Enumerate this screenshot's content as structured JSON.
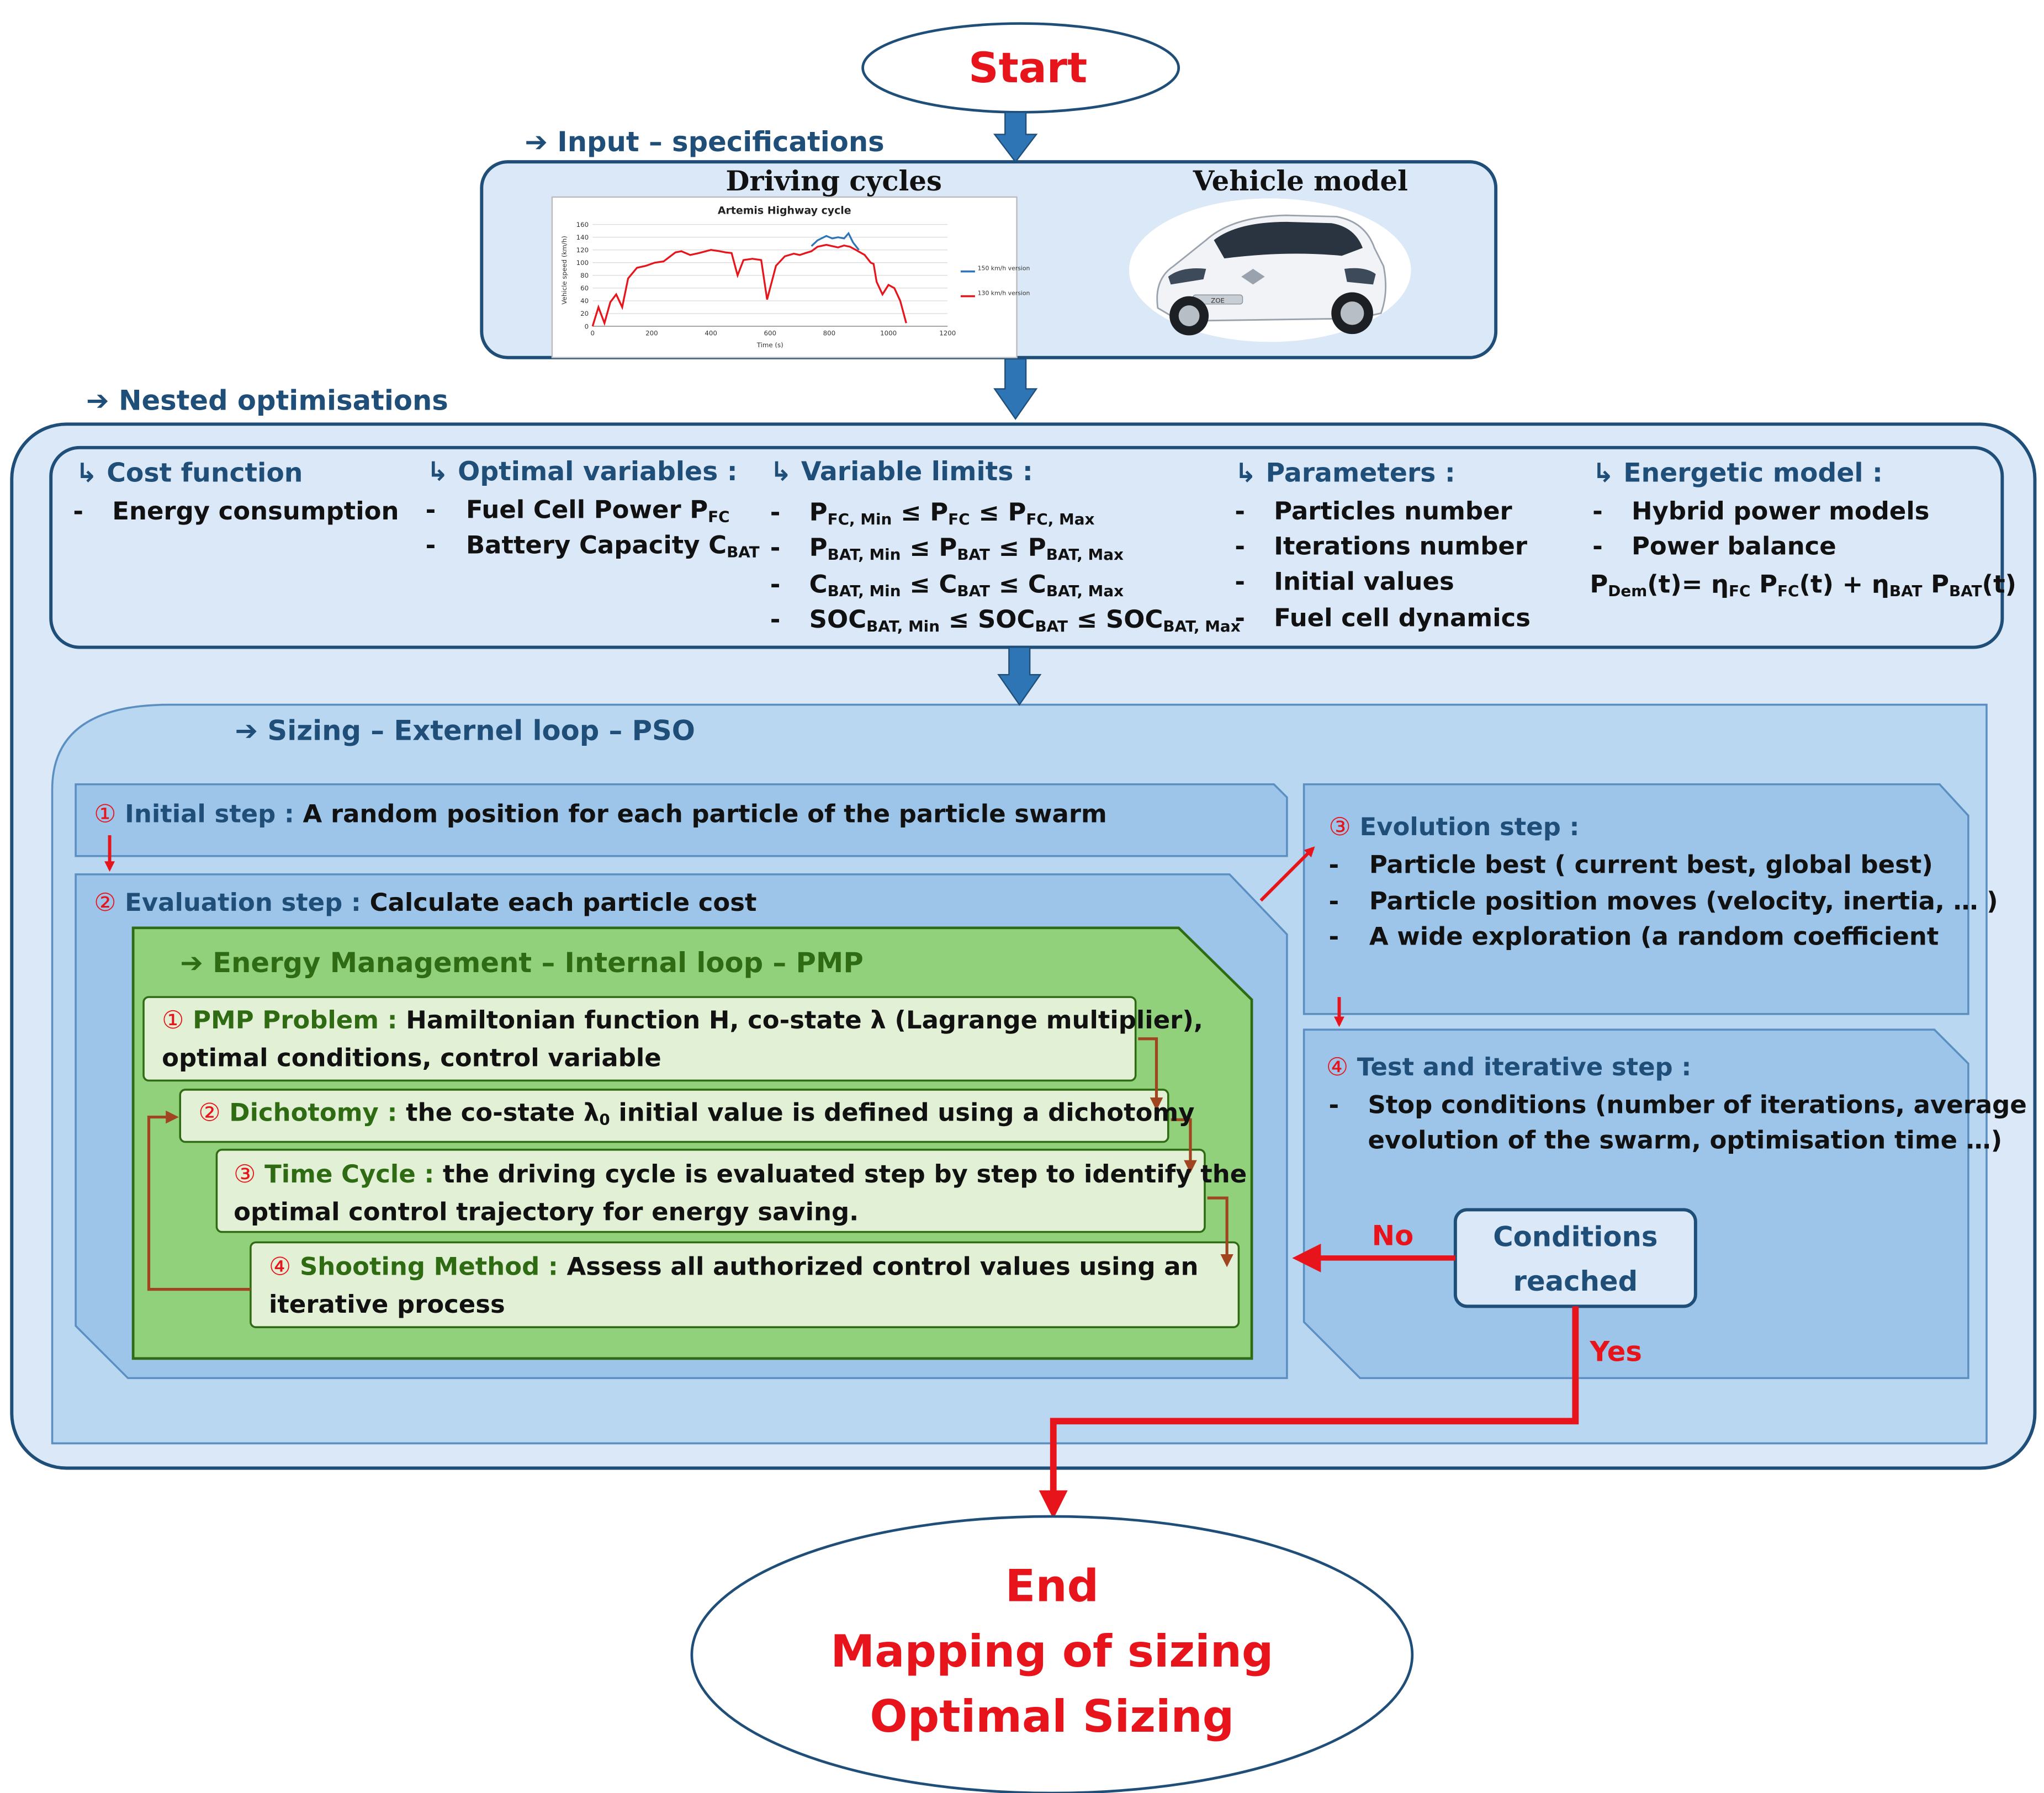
{
  "start": "Start",
  "input": {
    "heading": "Input – specifications",
    "driving_cycles": "Driving cycles",
    "vehicle_model": "Vehicle model"
  },
  "cycle_chart": {
    "title": "Artemis Highway cycle",
    "xlabel": "Time (s)",
    "ylabel": "Vehicle speed (km/h)",
    "xticks": [
      "0",
      "200",
      "400",
      "600",
      "800",
      "1000",
      "1200"
    ],
    "yticks": [
      "0",
      "20",
      "40",
      "60",
      "80",
      "100",
      "120",
      "140",
      "160"
    ],
    "legend_blue": "150 km/h version",
    "legend_red": "130 km/h version",
    "badge": "ZOE"
  },
  "chart_data": {
    "type": "line",
    "title": "Artemis Highway cycle",
    "xlabel": "Time (s)",
    "ylabel": "Vehicle speed (km/h)",
    "xlim": [
      0,
      1200
    ],
    "ylim": [
      0,
      160
    ],
    "series": [
      {
        "name": "150 km/h version",
        "color": "#2e75b6",
        "x": [
          740,
          760,
          790,
          810,
          830,
          850,
          865,
          880,
          900
        ],
        "y": [
          126,
          135,
          142,
          138,
          140,
          138,
          146,
          132,
          120
        ]
      },
      {
        "name": "130 km/h version",
        "color": "#e8141c",
        "x": [
          0,
          20,
          40,
          60,
          80,
          100,
          120,
          150,
          180,
          210,
          240,
          280,
          300,
          330,
          360,
          400,
          430,
          450,
          470,
          490,
          510,
          540,
          570,
          590,
          600,
          620,
          650,
          680,
          700,
          720,
          740,
          760,
          790,
          810,
          830,
          850,
          870,
          890,
          920,
          940,
          950,
          960,
          980,
          1000,
          1020,
          1040,
          1060
        ],
        "y": [
          0,
          30,
          5,
          38,
          50,
          30,
          75,
          92,
          95,
          100,
          102,
          116,
          118,
          112,
          115,
          120,
          118,
          116,
          115,
          80,
          104,
          106,
          104,
          42,
          60,
          95,
          110,
          114,
          112,
          115,
          118,
          125,
          128,
          126,
          124,
          127,
          125,
          120,
          112,
          100,
          98,
          70,
          50,
          65,
          60,
          40,
          5
        ]
      }
    ]
  },
  "nested": {
    "heading": "Nested optimisations",
    "cost_function": {
      "heading": "Cost function",
      "items": [
        "Energy consumption"
      ]
    },
    "optimal_variables": {
      "heading": "Optimal variables :",
      "item1": "Fuel Cell Power P",
      "item1_sub": "FC",
      "item2": "Battery Capacity C",
      "item2_sub": "BAT"
    },
    "variable_limits": {
      "heading": "Variable limits :"
    },
    "parameters": {
      "heading": "Parameters :",
      "items": [
        "Particles number",
        "Iterations number",
        "Initial values",
        "Fuel cell dynamics"
      ]
    },
    "energetic_model": {
      "heading": "Energetic model :",
      "items": [
        "Hybrid power models",
        "Power balance"
      ]
    }
  },
  "sizing": {
    "heading": "Sizing – Externel loop – PSO"
  },
  "initial_step": {
    "num": "①",
    "label": "Initial step :",
    "text": "A random position for each particle of the particle swarm"
  },
  "evaluation_step": {
    "num": "②",
    "label": "Evaluation step :",
    "text": "Calculate each particle cost"
  },
  "energy_management": {
    "heading": "Energy Management  – Internal loop – PMP"
  },
  "pmp": {
    "num": "①",
    "label": "PMP Problem :",
    "line1": "Hamiltonian function H, co-state λ (Lagrange multiplier),",
    "line2": "optimal conditions, control variable"
  },
  "dichotomy": {
    "num": "②",
    "label": "Dichotomy :",
    "text_a": "the co-state λ",
    "text_sub": "0",
    "text_b": " initial value is defined using a dichotomy"
  },
  "time_cycle": {
    "num": "③",
    "label": "Time Cycle :",
    "line1": "the driving cycle is evaluated step by step to identify the",
    "line2": "optimal control trajectory for energy saving."
  },
  "shooting": {
    "num": "④",
    "label": "Shooting Method :",
    "line1": "Assess all authorized control values using an",
    "line2": "iterative process"
  },
  "evolution": {
    "num": "③",
    "label": "Evolution step :",
    "items": [
      "Particle best ( current best, global best)",
      "Particle position moves (velocity, inertia, … )",
      "A wide exploration (a random coefficient"
    ]
  },
  "test": {
    "num": "④",
    "label": "Test and iterative step :",
    "line1": "Stop conditions (number of iterations, average",
    "line2": "evolution of the swarm, optimisation time …)"
  },
  "conditions": {
    "line1": "Conditions",
    "line2": "reached",
    "no": "No",
    "yes": "Yes"
  },
  "end": {
    "line1": "End",
    "line2": "Mapping of sizing",
    "line3": "Optimal Sizing"
  },
  "colors": {
    "navy": "#1f4e79",
    "red": "#e8141c",
    "green": "#2e6b12",
    "arrow_blue": "#2e75b6",
    "brown": "#a0451f"
  }
}
